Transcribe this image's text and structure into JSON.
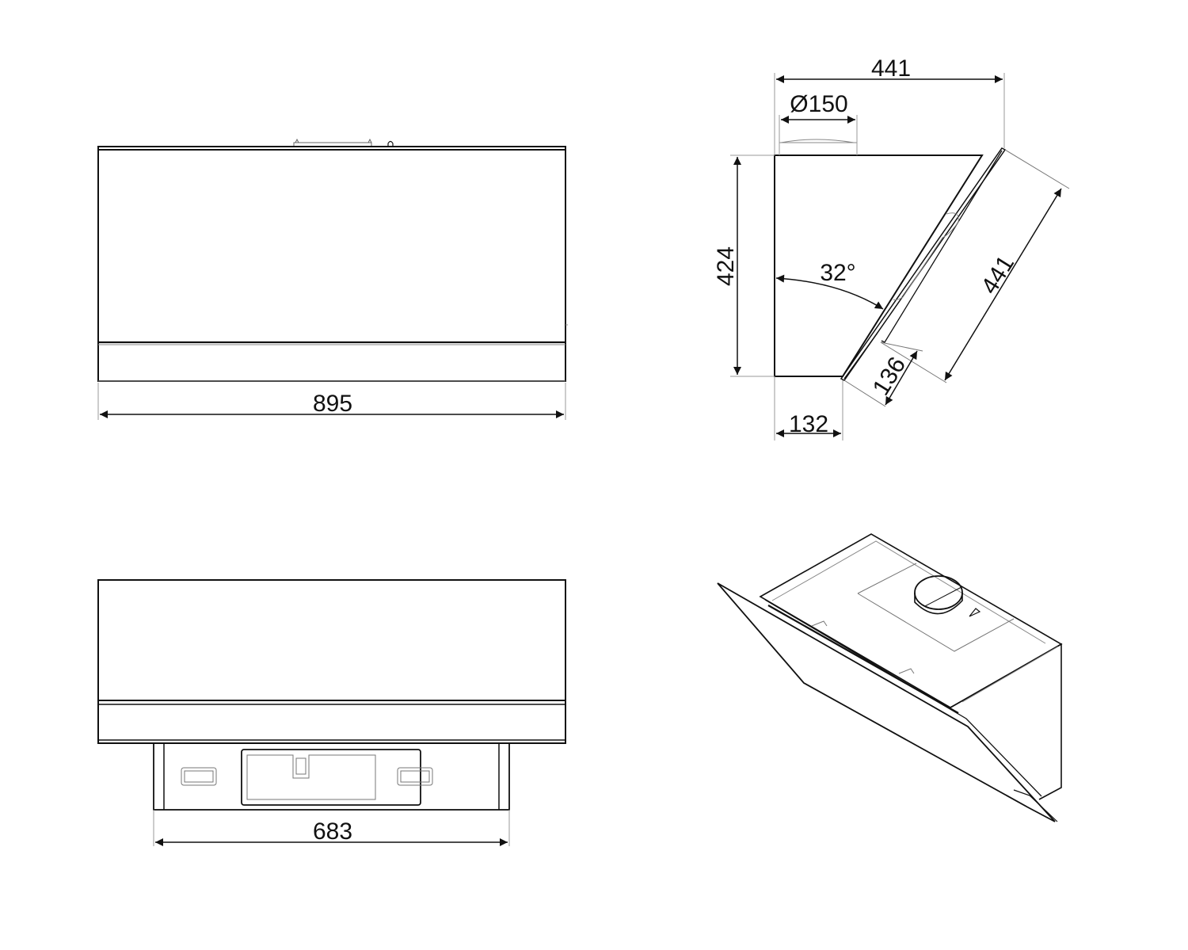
{
  "drawing": {
    "subject": "Angled wall-mounted cooker hood dimension drawing",
    "units": "mm",
    "stroke_color": "#111111",
    "thin_color": "#777777",
    "background": "#ffffff"
  },
  "views": {
    "front": {
      "label": "front-view",
      "width_dim": "895"
    },
    "side": {
      "label": "side-view",
      "overall_depth_dim": "441",
      "duct_diameter_dim": "Ø150",
      "height_dim": "424",
      "angle_dim": "32°",
      "glass_length_dim": "441",
      "lower_offset_dim": "136",
      "bottom_depth_dim": "132"
    },
    "bottom": {
      "label": "bottom-view",
      "width_dim": "683"
    },
    "isometric": {
      "label": "isometric-view"
    }
  }
}
